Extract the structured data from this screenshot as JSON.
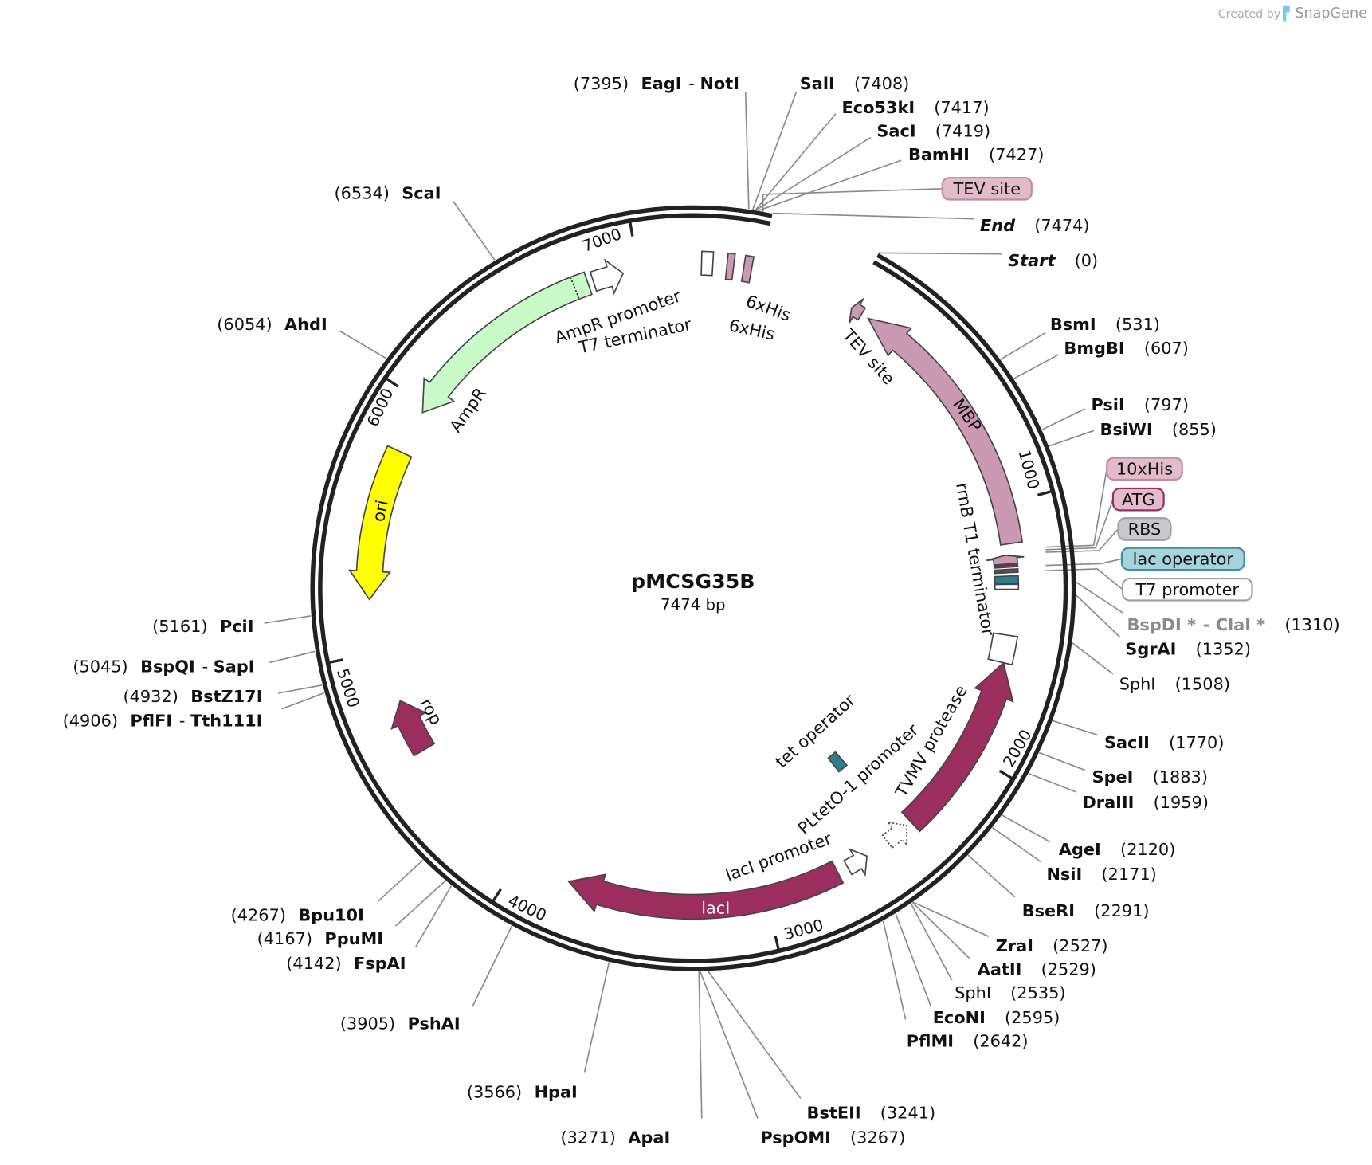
{
  "plasmid": {
    "name": "pMCSG35B",
    "length": "7474 bp"
  },
  "watermark": {
    "created_by": "Created by",
    "brand": "SnapGene"
  },
  "ticks": [
    "1000",
    "2000",
    "3000",
    "4000",
    "5000",
    "6000",
    "7000"
  ],
  "features": {
    "mbp": "MBP",
    "tev_site": "TEV site",
    "rrnb": "rrnB T1 terminator",
    "ampr_promoter": "AmpR promoter",
    "t7_terminator": "T7 terminator",
    "his6_a": "6xHis",
    "his6_b": "6xHis",
    "ampr": "AmpR",
    "ori": "ori",
    "rop": "rop",
    "tet_operator": "tet operator",
    "pltet": "PLtetO-1 promoter",
    "tvmv": "TVMV protease",
    "laci_promoter": "lacI promoter",
    "laci": "lacI"
  },
  "boxed_labels": [
    {
      "label": "TEV site",
      "bg": "#e3bccb",
      "border": "#c28aa3"
    },
    {
      "label": "10xHis",
      "bg": "#e3bccb",
      "border": "#c28aa3"
    },
    {
      "label": "ATG",
      "bg": "#e3bccb",
      "border": "#9b2d5f"
    },
    {
      "label": "RBS",
      "bg": "#c8c9cc",
      "border": "#a0a0a4"
    },
    {
      "label": "lac operator",
      "bg": "#a9d3dc",
      "border": "#3a8fa3"
    },
    {
      "label": "T7 promoter",
      "bg": "#ffffff",
      "border": "#a0a0a0"
    }
  ],
  "enzymes": [
    {
      "names": [
        "EagI",
        "NotI"
      ],
      "pos": "(7395)",
      "style": "bold"
    },
    {
      "names": [
        "SalI"
      ],
      "pos": "(7408)",
      "style": "bold"
    },
    {
      "names": [
        "Eco53kI"
      ],
      "pos": "(7417)",
      "style": "bold"
    },
    {
      "names": [
        "SacI"
      ],
      "pos": "(7419)",
      "style": "bold"
    },
    {
      "names": [
        "BamHI"
      ],
      "pos": "(7427)",
      "style": "bold"
    },
    {
      "names": [
        "End"
      ],
      "pos": "(7474)",
      "style": "ital"
    },
    {
      "names": [
        "Start"
      ],
      "pos": "(0)",
      "style": "ital"
    },
    {
      "names": [
        "BsmI"
      ],
      "pos": "(531)",
      "style": "bold"
    },
    {
      "names": [
        "BmgBI"
      ],
      "pos": "(607)",
      "style": "bold"
    },
    {
      "names": [
        "PsiI"
      ],
      "pos": "(797)",
      "style": "bold"
    },
    {
      "names": [
        "BsiWI"
      ],
      "pos": "(855)",
      "style": "bold"
    },
    {
      "names": [
        "BspDI *",
        "ClaI *"
      ],
      "pos": "(1310)",
      "style": "gray"
    },
    {
      "names": [
        "SgrAI"
      ],
      "pos": "(1352)",
      "style": "bold"
    },
    {
      "names": [
        "SphI"
      ],
      "pos": "(1508)",
      "style": "normal"
    },
    {
      "names": [
        "SacII"
      ],
      "pos": "(1770)",
      "style": "bold"
    },
    {
      "names": [
        "SpeI"
      ],
      "pos": "(1883)",
      "style": "bold"
    },
    {
      "names": [
        "DraIII"
      ],
      "pos": "(1959)",
      "style": "bold"
    },
    {
      "names": [
        "AgeI"
      ],
      "pos": "(2120)",
      "style": "bold"
    },
    {
      "names": [
        "NsiI"
      ],
      "pos": "(2171)",
      "style": "bold"
    },
    {
      "names": [
        "BseRI"
      ],
      "pos": "(2291)",
      "style": "bold"
    },
    {
      "names": [
        "ZraI"
      ],
      "pos": "(2527)",
      "style": "bold"
    },
    {
      "names": [
        "AatII"
      ],
      "pos": "(2529)",
      "style": "bold"
    },
    {
      "names": [
        "SphI"
      ],
      "pos": "(2535)",
      "style": "normal"
    },
    {
      "names": [
        "EcoNI"
      ],
      "pos": "(2595)",
      "style": "bold"
    },
    {
      "names": [
        "PflMI"
      ],
      "pos": "(2642)",
      "style": "bold"
    },
    {
      "names": [
        "BstEII"
      ],
      "pos": "(3241)",
      "style": "bold"
    },
    {
      "names": [
        "PspOMI"
      ],
      "pos": "(3267)",
      "style": "bold"
    },
    {
      "names": [
        "ApaI"
      ],
      "pos": "(3271)",
      "style": "bold"
    },
    {
      "names": [
        "HpaI"
      ],
      "pos": "(3566)",
      "style": "bold"
    },
    {
      "names": [
        "PshAI"
      ],
      "pos": "(3905)",
      "style": "bold"
    },
    {
      "names": [
        "FspAI"
      ],
      "pos": "(4142)",
      "style": "bold"
    },
    {
      "names": [
        "PpuMI"
      ],
      "pos": "(4167)",
      "style": "bold"
    },
    {
      "names": [
        "Bpu10I"
      ],
      "pos": "(4267)",
      "style": "bold"
    },
    {
      "names": [
        "PflFI",
        "Tth111I"
      ],
      "pos": "(4906)",
      "style": "bold"
    },
    {
      "names": [
        "BstZ17I"
      ],
      "pos": "(4932)",
      "style": "bold"
    },
    {
      "names": [
        "BspQI",
        "SapI"
      ],
      "pos": "(5045)",
      "style": "bold"
    },
    {
      "names": [
        "PciI"
      ],
      "pos": "(5161)",
      "style": "bold"
    },
    {
      "names": [
        "AhdI"
      ],
      "pos": "(6054)",
      "style": "bold"
    },
    {
      "names": [
        "ScaI"
      ],
      "pos": "(6534)",
      "style": "bold"
    }
  ],
  "colors": {
    "backbone": "#222222",
    "mbp": "#cc99b2",
    "magenta": "#9b2d5f",
    "ampr": "#c8fac8",
    "ori": "#ffff00",
    "teal": "#2f7c8c"
  }
}
